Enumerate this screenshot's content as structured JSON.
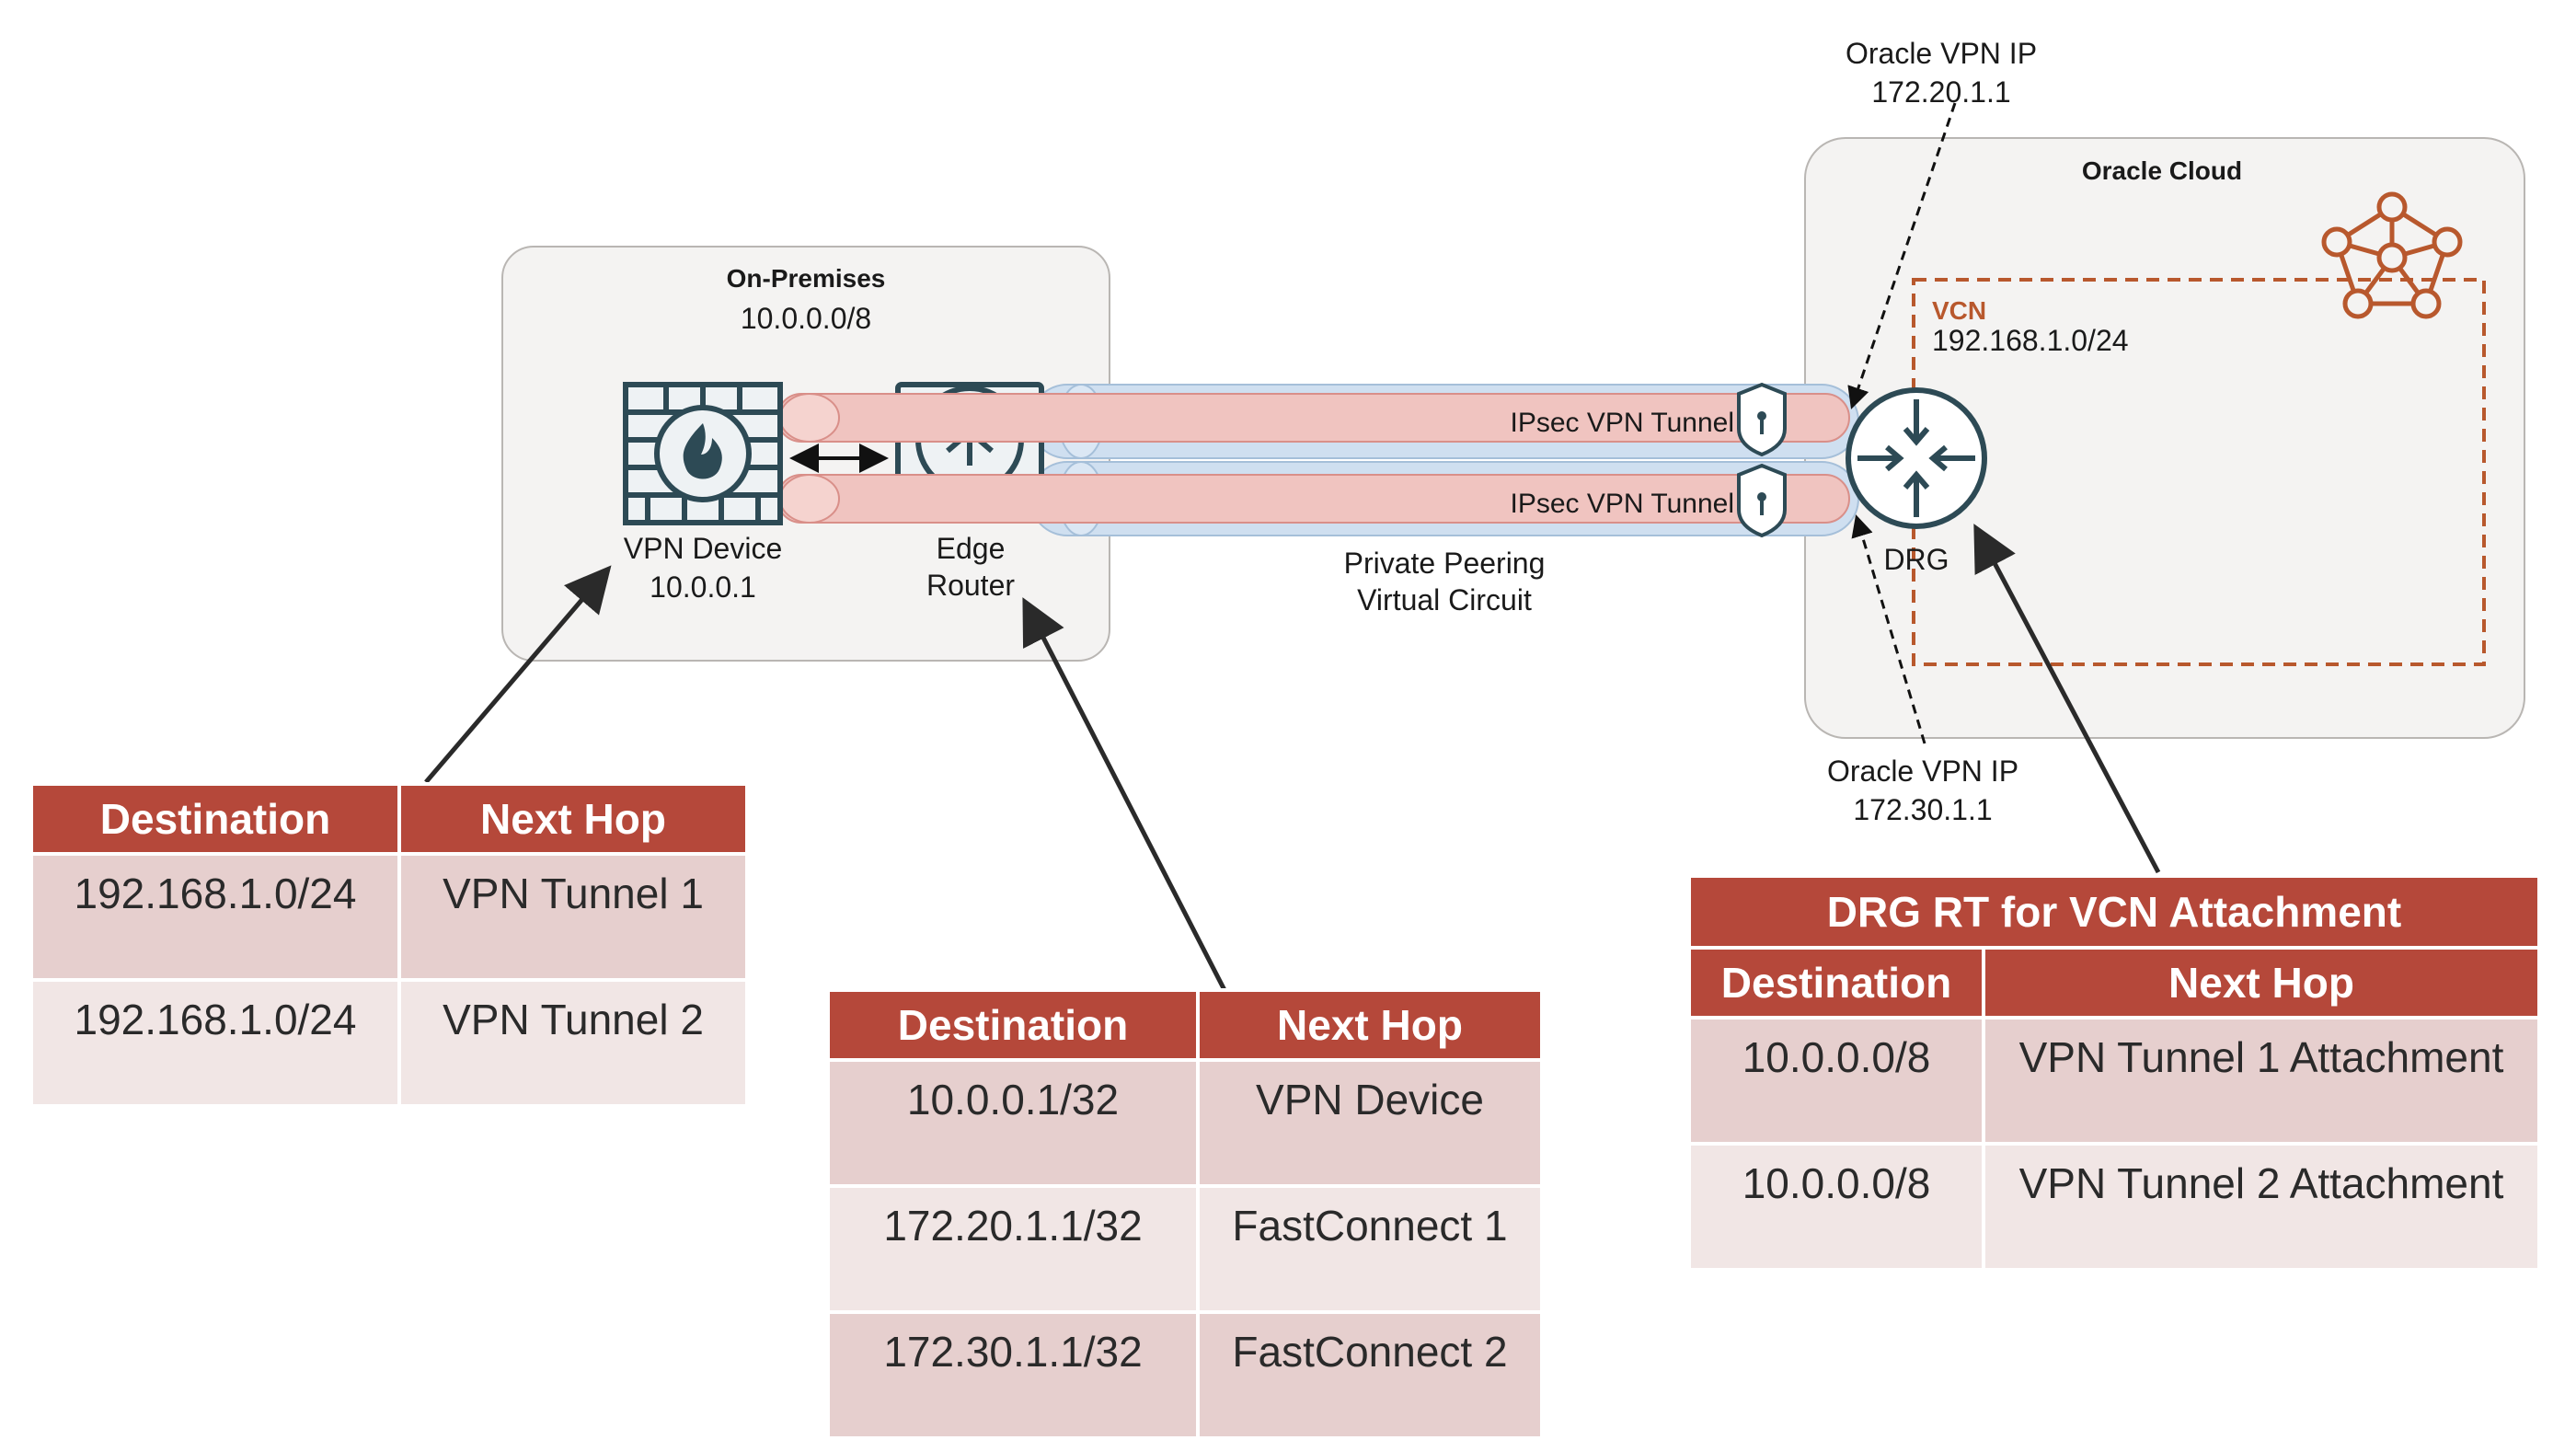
{
  "on_premises": {
    "title": "On-Premises",
    "cidr": "10.0.0.0/8"
  },
  "oracle_cloud": {
    "title": "Oracle Cloud"
  },
  "vcn": {
    "label": "VCN",
    "cidr": "192.168.1.0/24"
  },
  "vpn_device": {
    "name": "VPN Device",
    "ip": "10.0.0.1"
  },
  "edge_router": {
    "line1": "Edge",
    "line2": "Router"
  },
  "drg": {
    "label": "DRG"
  },
  "tunnels": [
    {
      "label": "IPsec VPN Tunnel"
    },
    {
      "label": "IPsec VPN Tunnel"
    }
  ],
  "peering": {
    "line1": "Private Peering",
    "line2": "Virtual Circuit"
  },
  "oracle_vpn_top": {
    "line1": "Oracle VPN IP",
    "line2": "172.20.1.1"
  },
  "oracle_vpn_bottom": {
    "line1": "Oracle VPN IP",
    "line2": "172.30.1.1"
  },
  "table_vpn_device": {
    "headers": [
      "Destination",
      "Next Hop"
    ],
    "rows": [
      [
        "192.168.1.0/24",
        "VPN Tunnel 1"
      ],
      [
        "192.168.1.0/24",
        "VPN Tunnel 2"
      ]
    ]
  },
  "table_edge_router": {
    "headers": [
      "Destination",
      "Next Hop"
    ],
    "rows": [
      [
        "10.0.0.1/32",
        "VPN Device"
      ],
      [
        "172.20.1.1/32",
        "FastConnect 1"
      ],
      [
        "172.30.1.1/32",
        "FastConnect 2"
      ]
    ]
  },
  "table_drg": {
    "caption": "DRG RT for VCN Attachment",
    "headers": [
      "Destination",
      "Next Hop"
    ],
    "rows": [
      [
        "10.0.0.0/8",
        "VPN Tunnel 1 Attachment"
      ],
      [
        "10.0.0.0/8",
        "VPN Tunnel 2 Attachment"
      ]
    ]
  },
  "colors": {
    "accent": "#b5483a",
    "vcn_orange": "#b8582d",
    "icon_teal": "#2d4a55",
    "tunnel_fill": "#f0c4c0",
    "peering_fill": "#cfdff0",
    "container_fill": "#f4f3f2"
  }
}
